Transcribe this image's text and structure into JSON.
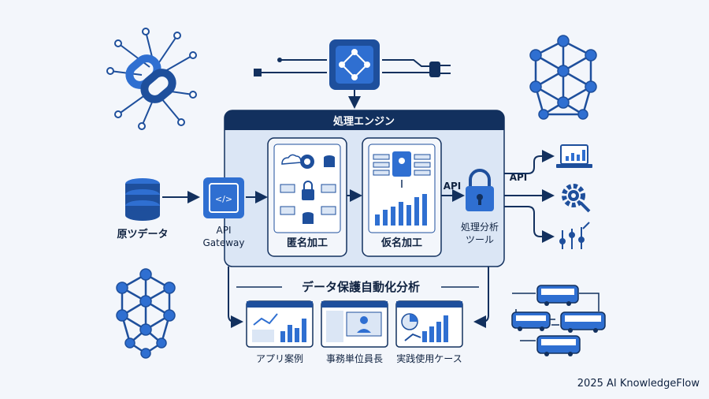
{
  "engine": {
    "title": "処理エンジン"
  },
  "source": {
    "label": "原ツデータ"
  },
  "gateway": {
    "label_line1": "API",
    "label_line2": "Gateway"
  },
  "anonymize": {
    "label": "匿名加工"
  },
  "pseudonymize": {
    "label": "仮名加工"
  },
  "api_label_left": "API",
  "api_label_right": "API",
  "analysis_tool": {
    "label_line1": "処理分析",
    "label_line2": "ツール"
  },
  "section": {
    "title": "データ保護自動化分析"
  },
  "cases": [
    {
      "label": "アプリ案例"
    },
    {
      "label": "事務単位員長"
    },
    {
      "label": "実践使用ケース"
    }
  ],
  "footer": {
    "text": "2025 AI KnowledgeFlow"
  },
  "colors": {
    "primary": "#1e4f9c",
    "dark": "#12305e",
    "light": "#dbe6f5",
    "accent": "#2f6fd1"
  }
}
